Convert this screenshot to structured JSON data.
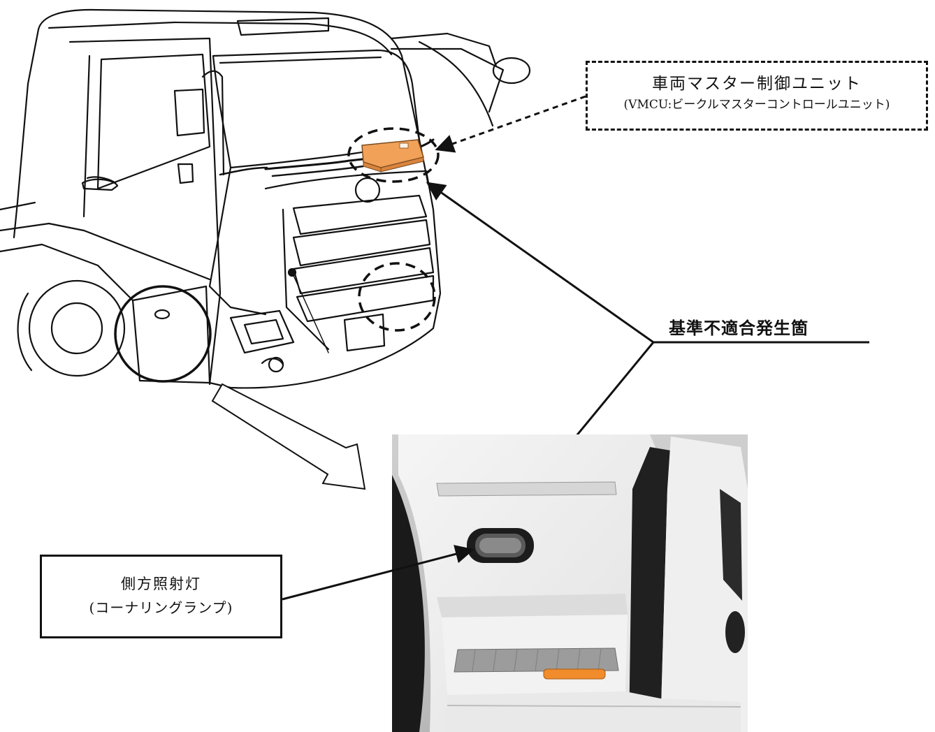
{
  "vmcu_callout": {
    "title": "車両マスター制御ユニット",
    "subtitle": "(VMCU:ビークルマスターコントロールユニット)"
  },
  "defect_label": "基準不適合発生箇",
  "lamp_callout": {
    "title": "側方照射灯",
    "subtitle": "(コーナリングランプ)"
  },
  "colors": {
    "vmcu_unit": "#f2a159",
    "amber_lamp": "#f08c2c",
    "line": "#111111"
  },
  "icons": [
    "vmcu-unit-icon",
    "corner-lamp-icon",
    "block-arrow-icon"
  ]
}
